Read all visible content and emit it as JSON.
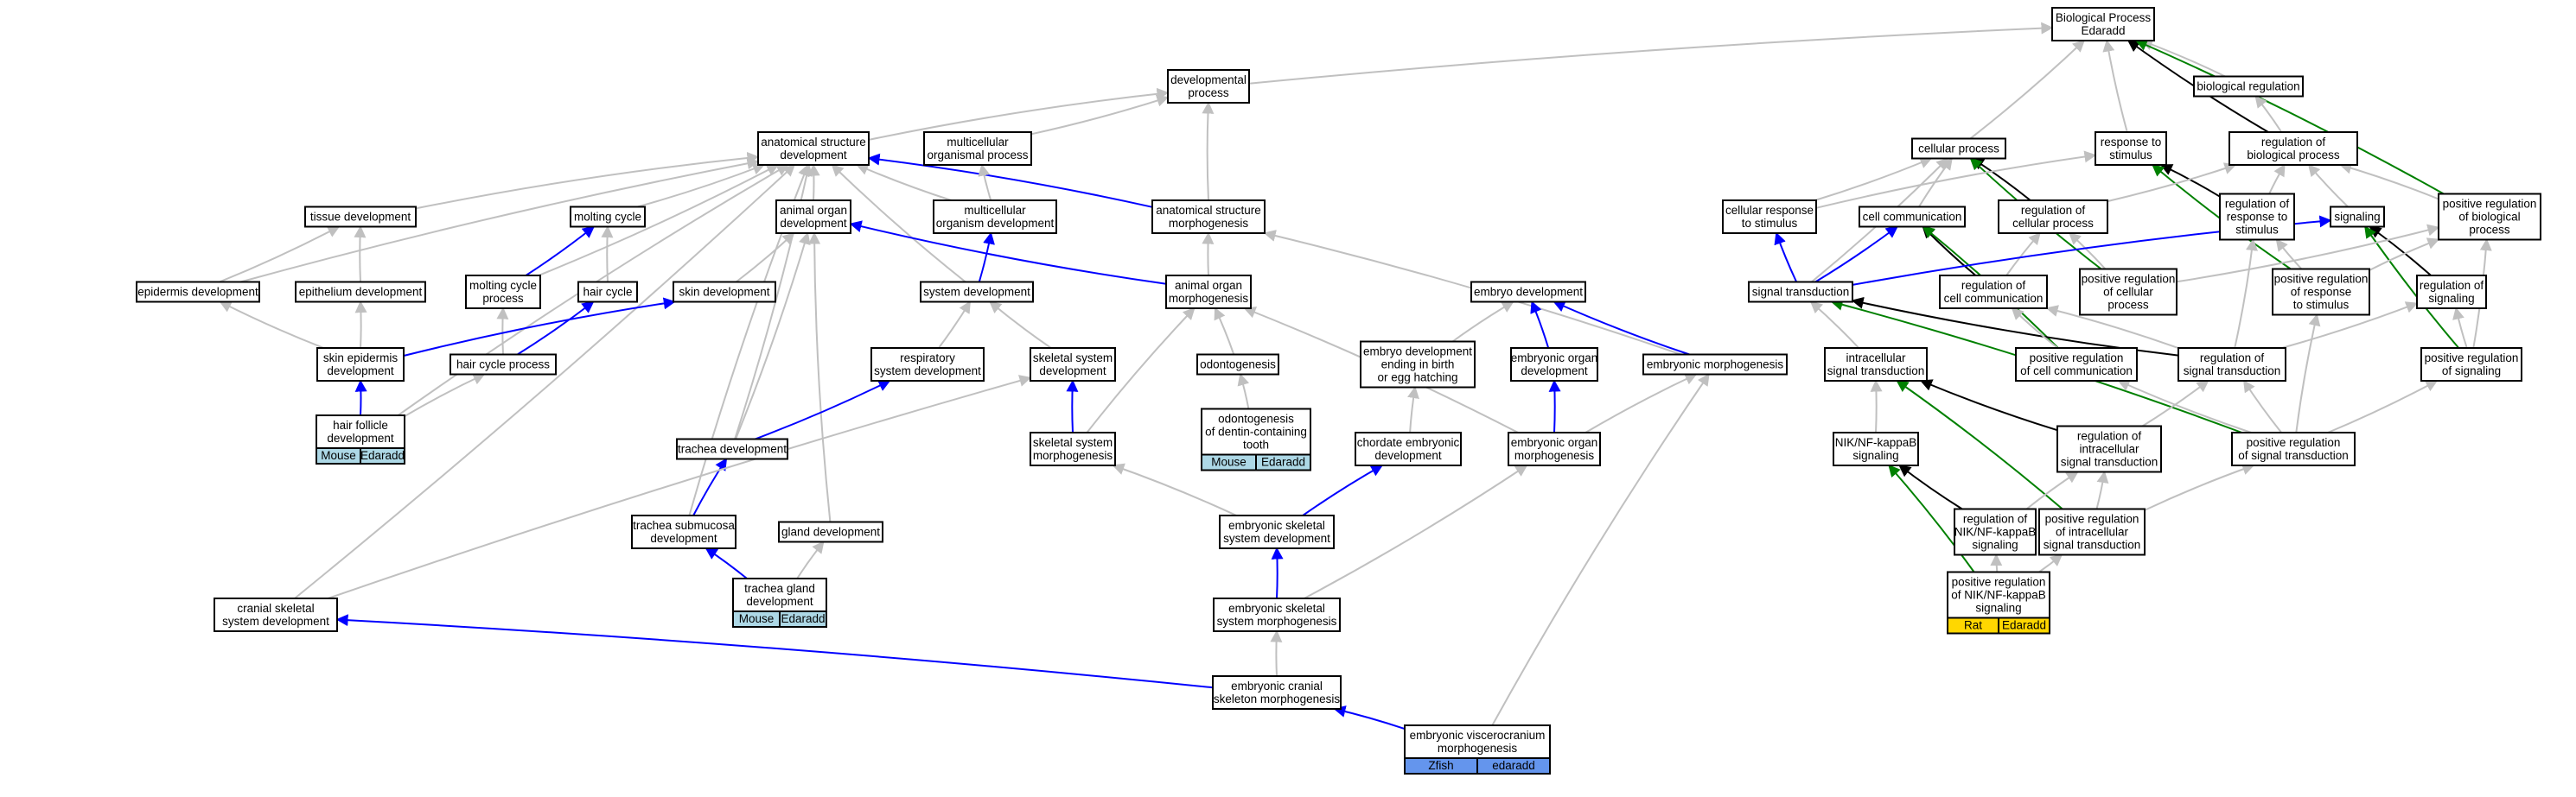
{
  "nodes": [
    {
      "id": "bp",
      "lines": [
        "Biological Process",
        "Edaradd"
      ]
    },
    {
      "id": "devproc",
      "lines": [
        "developmental",
        "process"
      ]
    },
    {
      "id": "biolreg",
      "lines": [
        "biological regulation"
      ]
    },
    {
      "id": "asd",
      "lines": [
        "anatomical structure",
        "development"
      ]
    },
    {
      "id": "mop",
      "lines": [
        "multicellular",
        "organismal process"
      ]
    },
    {
      "id": "cellproc",
      "lines": [
        "cellular process"
      ]
    },
    {
      "id": "resp",
      "lines": [
        "response to",
        "stimulus"
      ]
    },
    {
      "id": "regbp",
      "lines": [
        "regulation of",
        "biological process"
      ]
    },
    {
      "id": "tissue",
      "lines": [
        "tissue development"
      ]
    },
    {
      "id": "molting",
      "lines": [
        "molting cycle"
      ]
    },
    {
      "id": "aod",
      "lines": [
        "animal organ",
        "development"
      ]
    },
    {
      "id": "mod",
      "lines": [
        "multicellular",
        "organism development"
      ]
    },
    {
      "id": "asm",
      "lines": [
        "anatomical structure",
        "morphogenesis"
      ]
    },
    {
      "id": "crts",
      "lines": [
        "cellular response",
        "to stimulus"
      ]
    },
    {
      "id": "cellcomm",
      "lines": [
        "cell communication"
      ]
    },
    {
      "id": "regcp",
      "lines": [
        "regulation of",
        "cellular process"
      ]
    },
    {
      "id": "regrs",
      "lines": [
        "regulation of",
        "response to",
        "stimulus"
      ]
    },
    {
      "id": "signaling",
      "lines": [
        "signaling"
      ]
    },
    {
      "id": "posregbp",
      "lines": [
        "positive regulation",
        "of biological",
        "process"
      ]
    },
    {
      "id": "epidev",
      "lines": [
        "epidermis development"
      ]
    },
    {
      "id": "epithdev",
      "lines": [
        "epithelium development"
      ]
    },
    {
      "id": "mcp",
      "lines": [
        "molting cycle",
        "process"
      ]
    },
    {
      "id": "haircycle",
      "lines": [
        "hair cycle"
      ]
    },
    {
      "id": "skindev",
      "lines": [
        "skin development"
      ]
    },
    {
      "id": "sysdev",
      "lines": [
        "system development"
      ]
    },
    {
      "id": "aom",
      "lines": [
        "animal organ",
        "morphogenesis"
      ]
    },
    {
      "id": "embdev",
      "lines": [
        "embryo development"
      ]
    },
    {
      "id": "sigtrans",
      "lines": [
        "signal transduction"
      ]
    },
    {
      "id": "regcc",
      "lines": [
        "regulation of",
        "cell communication"
      ]
    },
    {
      "id": "posregcp",
      "lines": [
        "positive regulation",
        "of cellular",
        "process"
      ]
    },
    {
      "id": "posregrs",
      "lines": [
        "positive regulation",
        "of response",
        "to stimulus"
      ]
    },
    {
      "id": "regsig",
      "lines": [
        "regulation of",
        "signaling"
      ]
    },
    {
      "id": "sepid",
      "lines": [
        "skin epidermis",
        "development"
      ]
    },
    {
      "id": "hcp",
      "lines": [
        "hair cycle process"
      ]
    },
    {
      "id": "respsys",
      "lines": [
        "respiratory",
        "system development"
      ]
    },
    {
      "id": "skelsys",
      "lines": [
        "skeletal system",
        "development"
      ]
    },
    {
      "id": "odonto",
      "lines": [
        "odontogenesis"
      ]
    },
    {
      "id": "embend",
      "lines": [
        "embryo development",
        "ending in birth",
        "or egg hatching"
      ]
    },
    {
      "id": "eod",
      "lines": [
        "embryonic organ",
        "development"
      ]
    },
    {
      "id": "embmorph",
      "lines": [
        "embryonic morphogenesis"
      ]
    },
    {
      "id": "ist",
      "lines": [
        "intracellular",
        "signal transduction"
      ]
    },
    {
      "id": "posregcc",
      "lines": [
        "positive regulation",
        "of cell communication"
      ]
    },
    {
      "id": "regst",
      "lines": [
        "regulation of",
        "signal transduction"
      ]
    },
    {
      "id": "posregsig",
      "lines": [
        "positive regulation",
        "of signaling"
      ]
    },
    {
      "id": "hfd",
      "lines": [
        "hair follicle",
        "development"
      ],
      "badge": {
        "left": "Mouse",
        "right": "Edaradd",
        "color": "#add8e6"
      }
    },
    {
      "id": "trachdev",
      "lines": [
        "trachea development"
      ]
    },
    {
      "id": "ssm",
      "lines": [
        "skeletal system",
        "morphogenesis"
      ]
    },
    {
      "id": "odontdct",
      "lines": [
        "odontogenesis",
        "of dentin-containing",
        "tooth"
      ],
      "badge": {
        "left": "Mouse",
        "right": "Edaradd",
        "color": "#add8e6"
      }
    },
    {
      "id": "ced",
      "lines": [
        "chordate embryonic",
        "development"
      ]
    },
    {
      "id": "eom",
      "lines": [
        "embryonic organ",
        "morphogenesis"
      ]
    },
    {
      "id": "nfkb",
      "lines": [
        "NIK/NF-kappaB",
        "signaling"
      ]
    },
    {
      "id": "regist",
      "lines": [
        "regulation of",
        "intracellular",
        "signal transduction"
      ]
    },
    {
      "id": "posregst",
      "lines": [
        "positive regulation",
        "of signal transduction"
      ]
    },
    {
      "id": "tsd",
      "lines": [
        "trachea submucosa",
        "development"
      ]
    },
    {
      "id": "glanddev",
      "lines": [
        "gland development"
      ]
    },
    {
      "id": "esd",
      "lines": [
        "embryonic skeletal",
        "system development"
      ]
    },
    {
      "id": "regnfkb",
      "lines": [
        "regulation of",
        "NIK/NF-kappaB",
        "signaling"
      ]
    },
    {
      "id": "posregist",
      "lines": [
        "positive regulation",
        "of intracellular",
        "signal transduction"
      ]
    },
    {
      "id": "tgd",
      "lines": [
        "trachea gland",
        "development"
      ],
      "badge": {
        "left": "Mouse",
        "right": "Edaradd",
        "color": "#add8e6"
      }
    },
    {
      "id": "posregnfkb",
      "lines": [
        "positive regulation",
        "of NIK/NF-kappaB",
        "signaling"
      ],
      "badge": {
        "left": "Rat",
        "right": "Edaradd",
        "color": "#ffd700"
      }
    },
    {
      "id": "cssd",
      "lines": [
        "cranial skeletal",
        "system development"
      ]
    },
    {
      "id": "esm",
      "lines": [
        "embryonic skeletal",
        "system morphogenesis"
      ]
    },
    {
      "id": "ecsm",
      "lines": [
        "embryonic cranial",
        "skeleton morphogenesis"
      ]
    },
    {
      "id": "evm",
      "lines": [
        "embryonic viscerocranium",
        "morphogenesis"
      ],
      "badge": {
        "left": "Zfish",
        "right": "edaradd",
        "color": "#6495ed"
      }
    }
  ],
  "edge_colors": {
    "is_a": "#c0c0c0",
    "part_of": "#0000ff",
    "regulates": "#000000",
    "positively_regulates": "#008000"
  },
  "edges": [
    [
      "devproc",
      "bp",
      "is_a"
    ],
    [
      "biolreg",
      "bp",
      "is_a"
    ],
    [
      "regbp",
      "bp",
      "regulates"
    ],
    [
      "cellproc",
      "bp",
      "is_a"
    ],
    [
      "resp",
      "bp",
      "is_a"
    ],
    [
      "posregbp",
      "bp",
      "positively_regulates"
    ],
    [
      "asd",
      "devproc",
      "is_a"
    ],
    [
      "mop",
      "devproc",
      "is_a"
    ],
    [
      "asm",
      "devproc",
      "is_a"
    ],
    [
      "regbp",
      "biolreg",
      "is_a"
    ],
    [
      "tissue",
      "asd",
      "is_a"
    ],
    [
      "aod",
      "asd",
      "is_a"
    ],
    [
      "mod",
      "asd",
      "is_a"
    ],
    [
      "asm",
      "asd",
      "part_of"
    ],
    [
      "epidev",
      "asd",
      "is_a"
    ],
    [
      "mcp",
      "asd",
      "is_a"
    ],
    [
      "sysdev",
      "asd",
      "is_a"
    ],
    [
      "trachdev",
      "asd",
      "is_a"
    ],
    [
      "hfd",
      "asd",
      "is_a"
    ],
    [
      "cssd",
      "asd",
      "is_a"
    ],
    [
      "tsd",
      "asd",
      "is_a"
    ],
    [
      "molting",
      "asd",
      "is_a"
    ],
    [
      "mod",
      "mop",
      "is_a"
    ],
    [
      "crts",
      "cellproc",
      "is_a"
    ],
    [
      "cellcomm",
      "cellproc",
      "is_a"
    ],
    [
      "regcp",
      "cellproc",
      "regulates"
    ],
    [
      "posregcp",
      "cellproc",
      "positively_regulates"
    ],
    [
      "sigtrans",
      "cellproc",
      "is_a"
    ],
    [
      "crts",
      "resp",
      "is_a"
    ],
    [
      "regrs",
      "resp",
      "regulates"
    ],
    [
      "posregrs",
      "resp",
      "positively_regulates"
    ],
    [
      "regcp",
      "regbp",
      "is_a"
    ],
    [
      "regrs",
      "regbp",
      "is_a"
    ],
    [
      "posregbp",
      "regbp",
      "is_a"
    ],
    [
      "signaling",
      "regbp",
      "is_a"
    ],
    [
      "epidev",
      "tissue",
      "is_a"
    ],
    [
      "epithdev",
      "tissue",
      "is_a"
    ],
    [
      "mcp",
      "molting",
      "part_of"
    ],
    [
      "haircycle",
      "molting",
      "is_a"
    ],
    [
      "skindev",
      "aod",
      "is_a"
    ],
    [
      "aom",
      "aod",
      "part_of"
    ],
    [
      "trachdev",
      "aod",
      "is_a"
    ],
    [
      "glanddev",
      "aod",
      "is_a"
    ],
    [
      "sysdev",
      "mod",
      "part_of"
    ],
    [
      "aom",
      "asm",
      "is_a"
    ],
    [
      "embmorph",
      "asm",
      "is_a"
    ],
    [
      "sigtrans",
      "crts",
      "part_of"
    ],
    [
      "sigtrans",
      "cellcomm",
      "part_of"
    ],
    [
      "regcc",
      "cellcomm",
      "regulates"
    ],
    [
      "posregcc",
      "cellcomm",
      "positively_regulates"
    ],
    [
      "regcc",
      "regcp",
      "is_a"
    ],
    [
      "posregcp",
      "regcp",
      "is_a"
    ],
    [
      "posregrs",
      "regrs",
      "is_a"
    ],
    [
      "regst",
      "regrs",
      "is_a"
    ],
    [
      "sigtrans",
      "signaling",
      "part_of"
    ],
    [
      "regsig",
      "signaling",
      "regulates"
    ],
    [
      "posregsig",
      "signaling",
      "positively_regulates"
    ],
    [
      "posregcp",
      "posregbp",
      "is_a"
    ],
    [
      "posregrs",
      "posregbp",
      "is_a"
    ],
    [
      "posregsig",
      "posregbp",
      "is_a"
    ],
    [
      "sepid",
      "epidev",
      "is_a"
    ],
    [
      "sepid",
      "epithdev",
      "is_a"
    ],
    [
      "hcp",
      "mcp",
      "is_a"
    ],
    [
      "hcp",
      "haircycle",
      "part_of"
    ],
    [
      "sepid",
      "skindev",
      "part_of"
    ],
    [
      "respsys",
      "sysdev",
      "is_a"
    ],
    [
      "skelsys",
      "sysdev",
      "is_a"
    ],
    [
      "odonto",
      "aom",
      "is_a"
    ],
    [
      "ssm",
      "aom",
      "is_a"
    ],
    [
      "eom",
      "aom",
      "is_a"
    ],
    [
      "embend",
      "embdev",
      "is_a"
    ],
    [
      "eod",
      "embdev",
      "part_of"
    ],
    [
      "embmorph",
      "embdev",
      "part_of"
    ],
    [
      "ist",
      "sigtrans",
      "is_a"
    ],
    [
      "regst",
      "sigtrans",
      "regulates"
    ],
    [
      "posregst",
      "sigtrans",
      "positively_regulates"
    ],
    [
      "posregcc",
      "regcc",
      "is_a"
    ],
    [
      "regst",
      "regcc",
      "is_a"
    ],
    [
      "posregst",
      "posregrs",
      "is_a"
    ],
    [
      "regst",
      "regsig",
      "is_a"
    ],
    [
      "posregsig",
      "regsig",
      "is_a"
    ],
    [
      "hfd",
      "sepid",
      "part_of"
    ],
    [
      "hfd",
      "hcp",
      "is_a"
    ],
    [
      "trachdev",
      "respsys",
      "part_of"
    ],
    [
      "ssm",
      "skelsys",
      "part_of"
    ],
    [
      "odontdct",
      "odonto",
      "is_a"
    ],
    [
      "ced",
      "embend",
      "is_a"
    ],
    [
      "eom",
      "eod",
      "part_of"
    ],
    [
      "eom",
      "embmorph",
      "is_a"
    ],
    [
      "nfkb",
      "ist",
      "is_a"
    ],
    [
      "regist",
      "ist",
      "regulates"
    ],
    [
      "posregist",
      "ist",
      "positively_regulates"
    ],
    [
      "posregst",
      "posregcc",
      "is_a"
    ],
    [
      "regist",
      "regst",
      "is_a"
    ],
    [
      "posregst",
      "regst",
      "is_a"
    ],
    [
      "posregst",
      "posregsig",
      "is_a"
    ],
    [
      "tsd",
      "trachdev",
      "part_of"
    ],
    [
      "esd",
      "ssm",
      "is_a"
    ],
    [
      "esd",
      "ced",
      "part_of"
    ],
    [
      "esm",
      "eom",
      "is_a"
    ],
    [
      "regnfkb",
      "nfkb",
      "regulates"
    ],
    [
      "posregnfkb",
      "nfkb",
      "positively_regulates"
    ],
    [
      "regnfkb",
      "regist",
      "is_a"
    ],
    [
      "posregist",
      "regist",
      "is_a"
    ],
    [
      "posregist",
      "posregst",
      "is_a"
    ],
    [
      "tgd",
      "tsd",
      "part_of"
    ],
    [
      "tgd",
      "glanddev",
      "is_a"
    ],
    [
      "esm",
      "esd",
      "part_of"
    ],
    [
      "posregnfkb",
      "regnfkb",
      "is_a"
    ],
    [
      "posregnfkb",
      "posregist",
      "is_a"
    ],
    [
      "cssd",
      "skelsys",
      "is_a"
    ],
    [
      "ecsm",
      "cssd",
      "part_of"
    ],
    [
      "ecsm",
      "esm",
      "is_a"
    ],
    [
      "evm",
      "ecsm",
      "part_of"
    ],
    [
      "evm",
      "embmorph",
      "is_a"
    ]
  ]
}
